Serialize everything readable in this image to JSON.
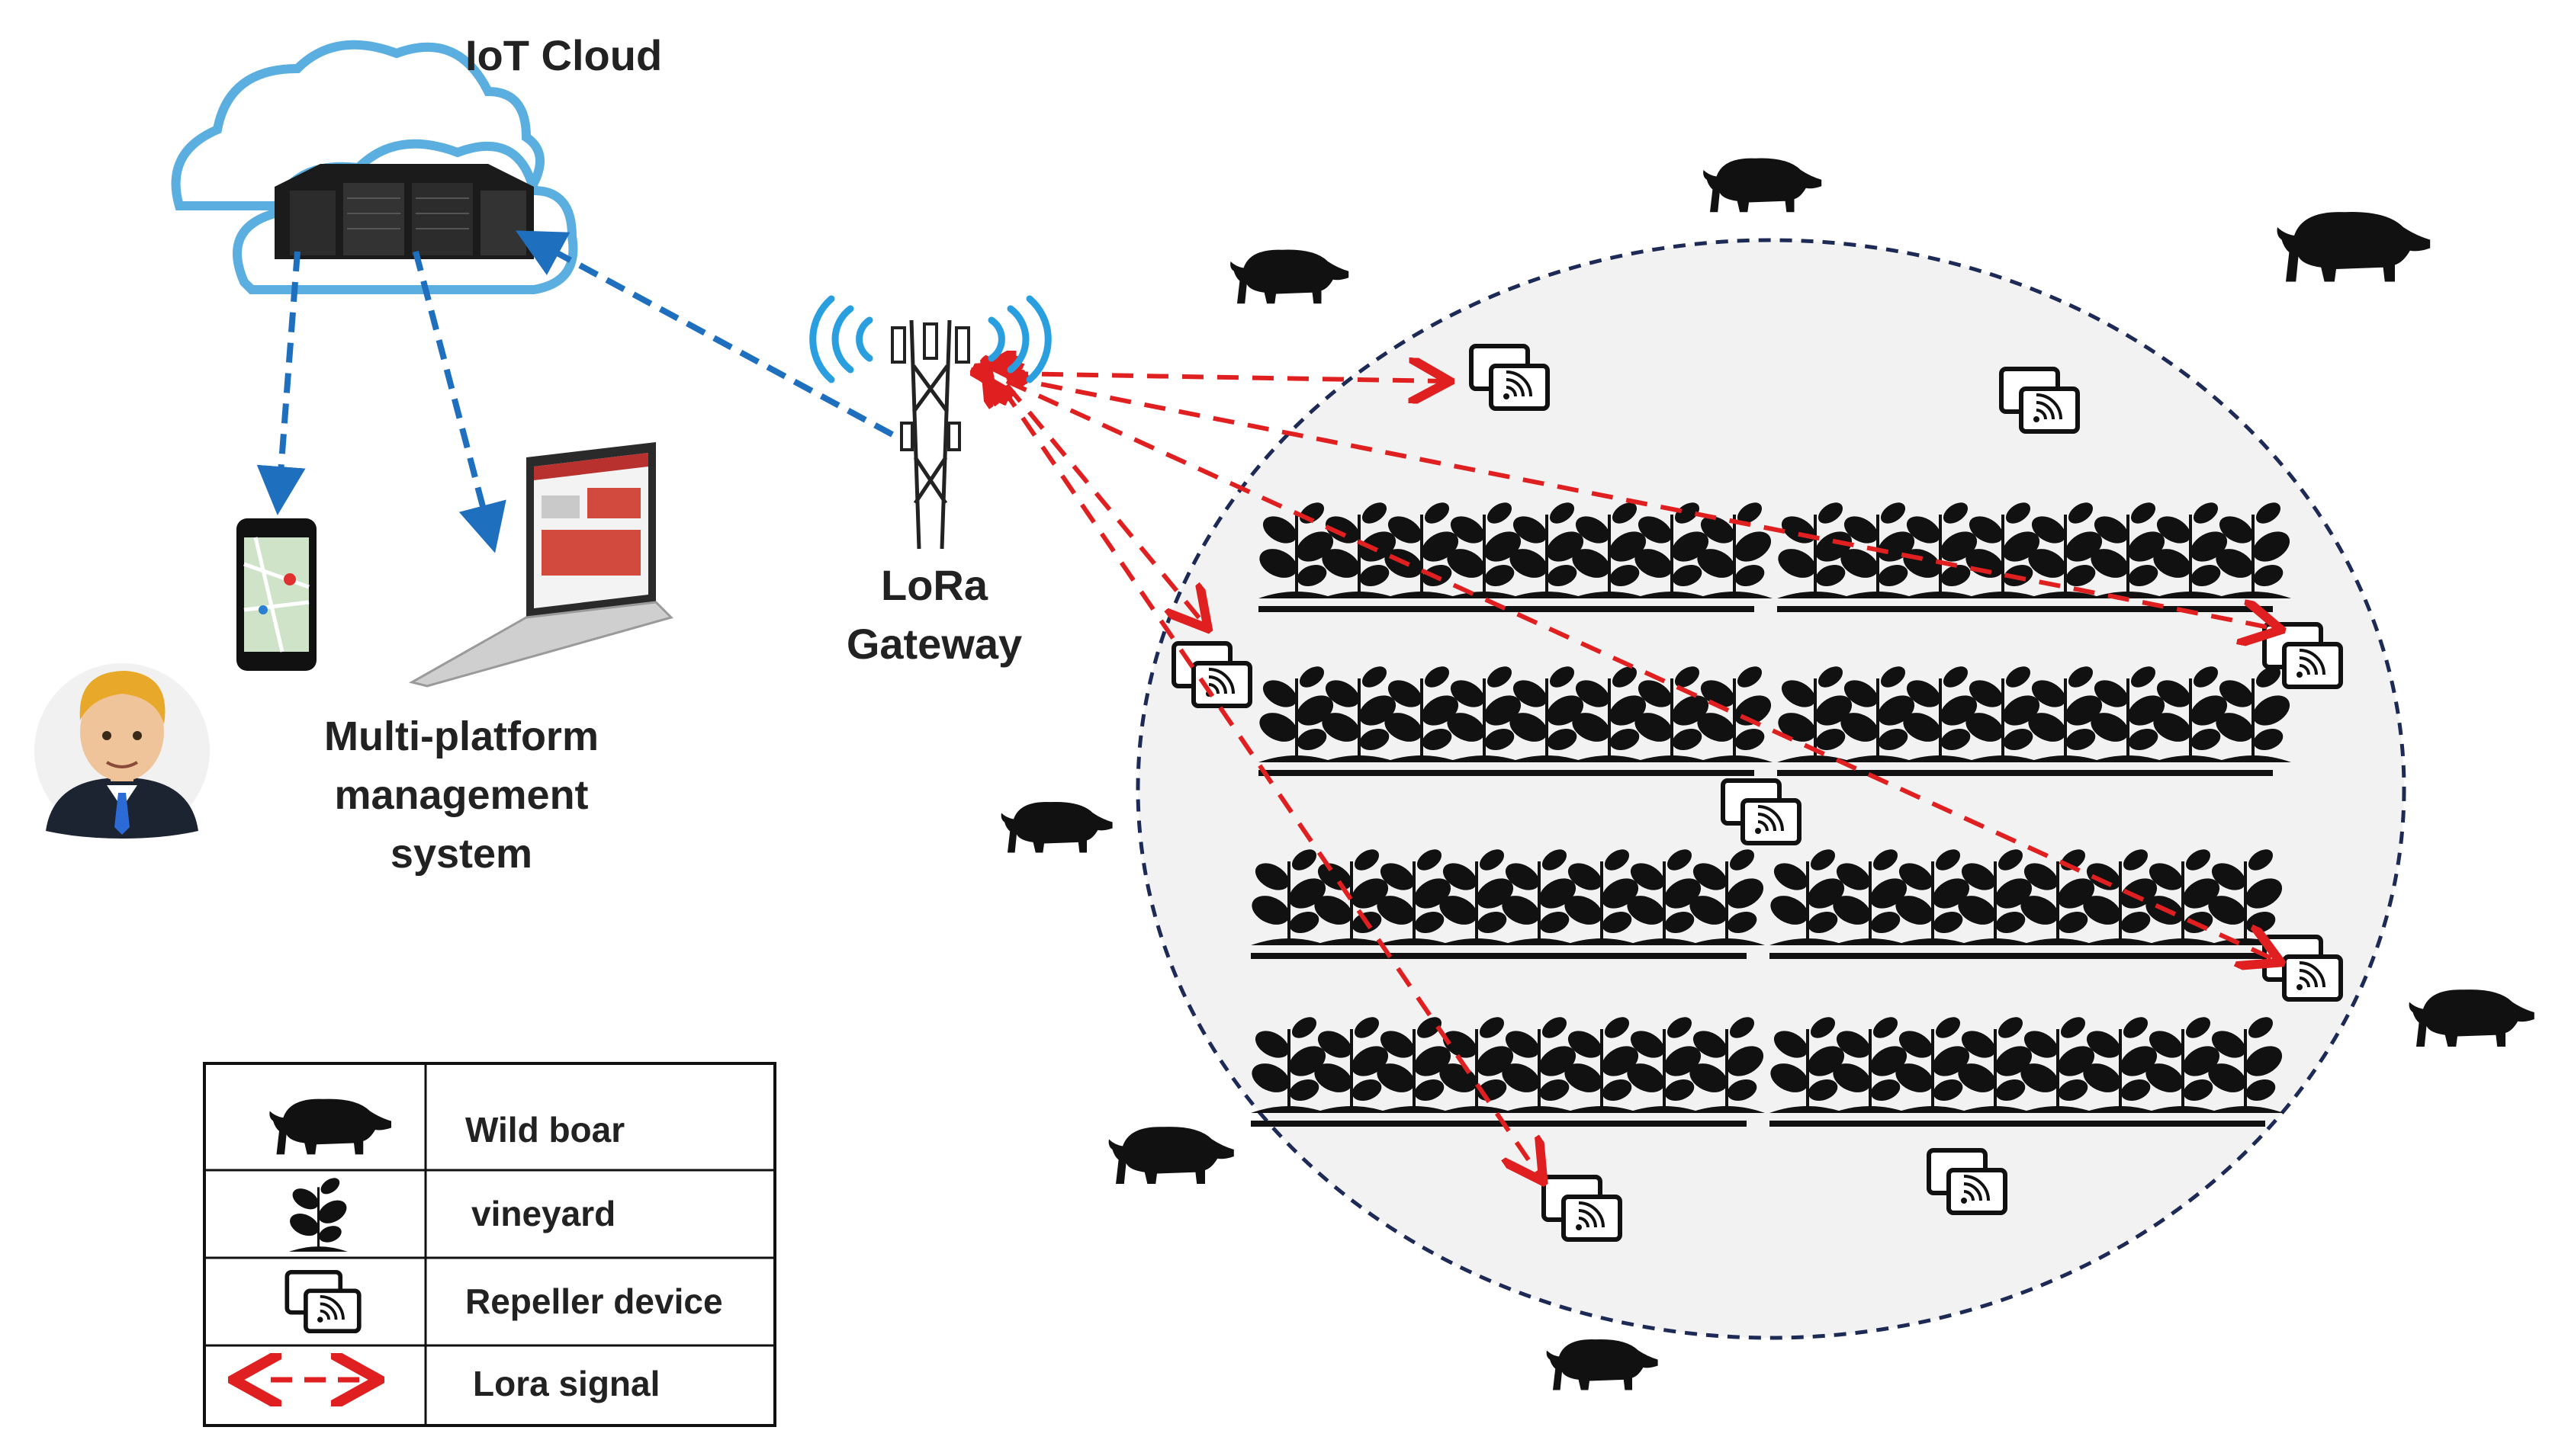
{
  "labels": {
    "iot_cloud": "IoT Cloud",
    "gateway_line1": "LoRa",
    "gateway_line2": "Gateway",
    "platform_line1": "Multi-platform",
    "platform_line2": "management",
    "platform_line3": "system"
  },
  "legend": {
    "wild_boar": "Wild boar",
    "vineyard": "vineyard",
    "repeller": "Repeller device",
    "lora_signal": "Lora signal"
  },
  "icons": {
    "cloud": "cloud-icon",
    "server": "server-rack-icon",
    "phone": "smartphone-icon",
    "laptop": "laptop-icon",
    "user": "user-avatar-icon",
    "tower": "lora-tower-icon",
    "boar": "wild-boar-icon",
    "plant": "plant-icon",
    "repeller": "repeller-device-icon"
  },
  "colors": {
    "cloud_link": "#1f6fbf",
    "lora_signal": "#e02020",
    "field_fill": "#f2f2f2",
    "field_border": "#1d2a55",
    "cloud_outline": "#5aaee0",
    "signal_waves": "#2a9fe0"
  }
}
